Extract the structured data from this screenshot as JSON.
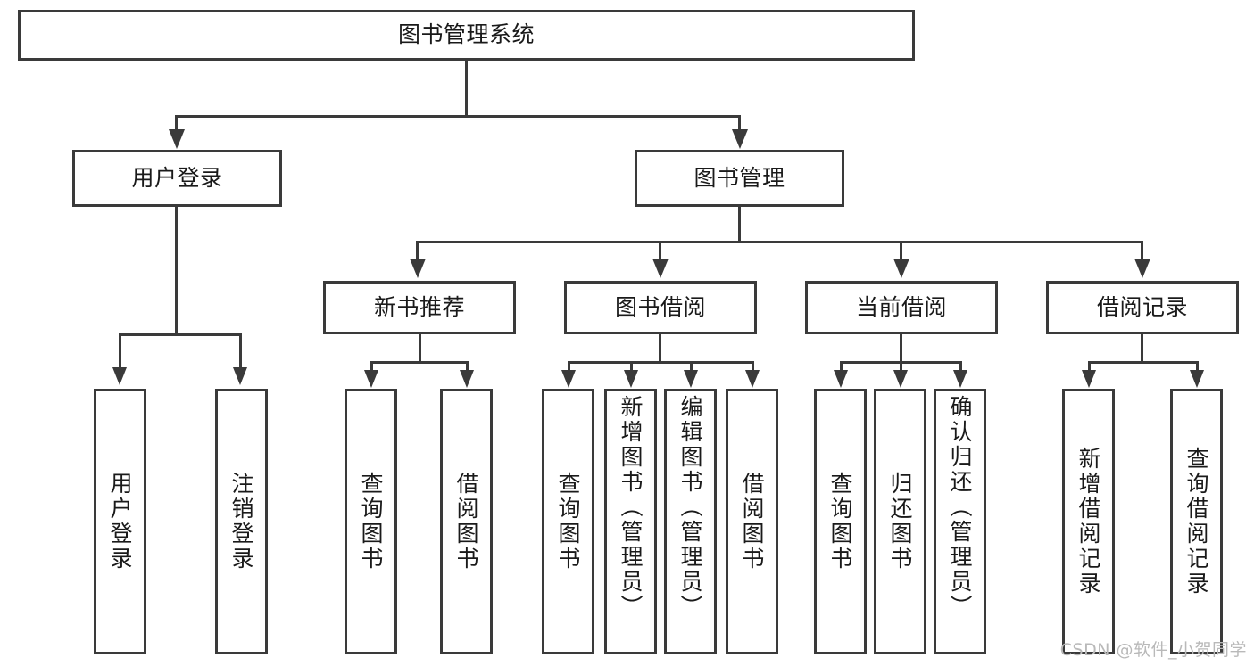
{
  "diagram": {
    "title": "图书管理系统",
    "type": "tree-hierarchy",
    "root": {
      "label": "图书管理系统"
    },
    "level1": [
      {
        "label": "用户登录"
      },
      {
        "label": "图书管理"
      }
    ],
    "level2": [
      {
        "label": "新书推荐"
      },
      {
        "label": "图书借阅"
      },
      {
        "label": "当前借阅"
      },
      {
        "label": "借阅记录"
      }
    ],
    "leaves": {
      "user_login": [
        {
          "label": "用户登录"
        },
        {
          "label": "注销登录"
        }
      ],
      "new_book_recommend": [
        {
          "label": "查询图书"
        },
        {
          "label": "借阅图书"
        }
      ],
      "book_borrow": [
        {
          "label": "查询图书"
        },
        {
          "label": "新增图书（管理员）"
        },
        {
          "label": "编辑图书（管理员）"
        },
        {
          "label": "借阅图书"
        }
      ],
      "current_borrow": [
        {
          "label": "查询图书"
        },
        {
          "label": "归还图书"
        },
        {
          "label": "确认归还（管理员）"
        }
      ],
      "borrow_record": [
        {
          "label": "新增借阅记录"
        },
        {
          "label": "查询借阅记录"
        }
      ]
    }
  },
  "watermark": {
    "text": "CSDN @软件_小贺同学"
  },
  "colors": {
    "stroke": "#3a3a3a",
    "text": "#1a1a1a",
    "background": "#ffffff",
    "watermark": "#b9b9b9"
  }
}
